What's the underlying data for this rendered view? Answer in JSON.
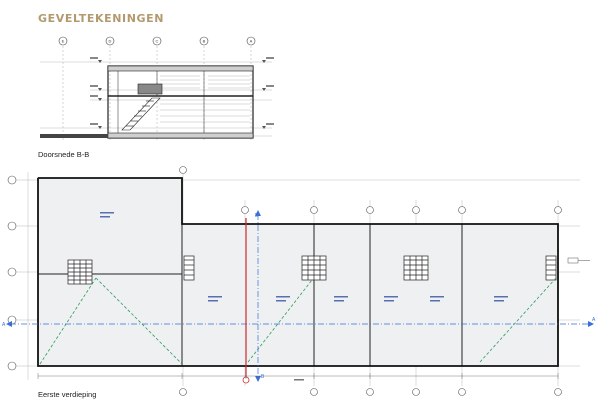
{
  "title": "GEVELTEKENINGEN",
  "section": {
    "caption": "Doorsnede B-B",
    "grid_labels": [
      "E",
      "D",
      "C",
      "B",
      "A"
    ]
  },
  "floor_plan": {
    "caption": "Eerste verdieping",
    "marker_a": "A",
    "marker_b": "B"
  },
  "colors": {
    "title": "#b39a6e",
    "line": "#333333",
    "room_fill": "#eef0f2",
    "grid": "#8a8a8a",
    "axis_red": "#cc2a2a",
    "axis_blue": "#3a6fd8",
    "diagonal_green": "#2f9d5a",
    "section_blue": "#3b78c2"
  }
}
